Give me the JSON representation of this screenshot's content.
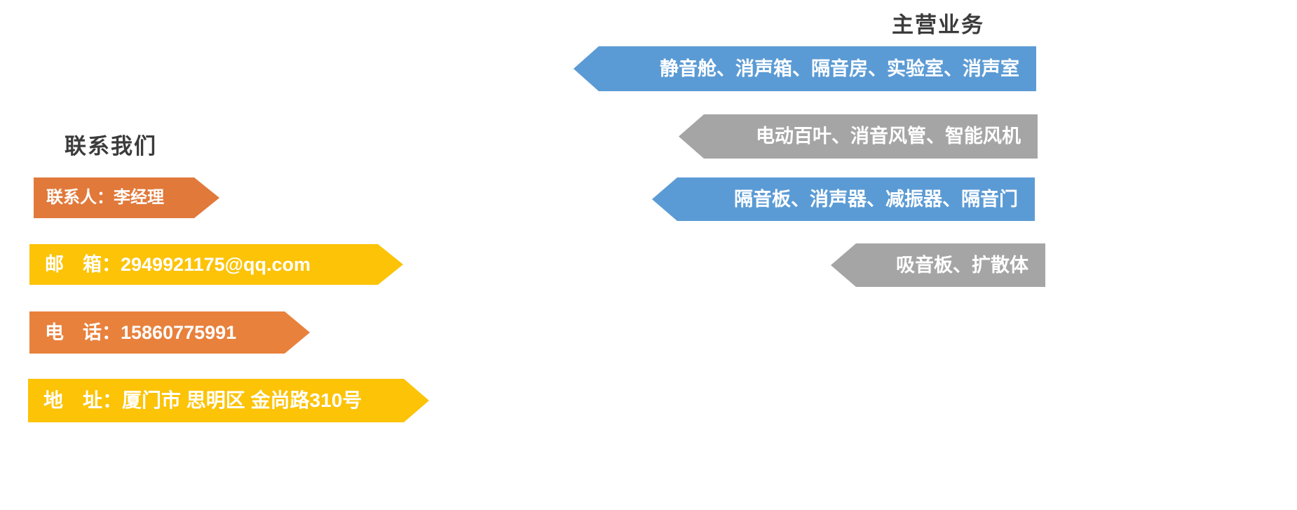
{
  "contact": {
    "title": "联系我们",
    "rows": [
      {
        "label": "联系人：李经理",
        "color": "#E1793A",
        "direction": "right-point"
      },
      {
        "label": "邮　箱：2949921175@qq.com",
        "color": "#FCC307",
        "direction": "right-point"
      },
      {
        "label": "电　话：15860775991",
        "color": "#E8813C",
        "direction": "right-point"
      },
      {
        "label": "地　址：厦门市 思明区 金尚路310号",
        "color": "#FCC307",
        "direction": "right-point"
      }
    ]
  },
  "business": {
    "title": "主营业务",
    "rows": [
      {
        "label": "静音舱、消声箱、隔音房、实验室、消声室",
        "color": "#5B9BD5",
        "direction": "left-point"
      },
      {
        "label": "电动百叶、消音风管、智能风机",
        "color": "#A5A5A5",
        "direction": "left-point"
      },
      {
        "label": "隔音板、消声器、减振器、隔音门",
        "color": "#5B9BD5",
        "direction": "left-point"
      },
      {
        "label": "吸音板、扩散体",
        "color": "#A5A5A5",
        "direction": "left-point"
      }
    ]
  },
  "colors": {
    "heading": "#3b3b3b",
    "orange_dark": "#E1793A",
    "orange": "#E8813C",
    "yellow": "#FCC307",
    "blue": "#5B9BD5",
    "gray": "#A5A5A5",
    "text_on_banner": "#FFFFFF",
    "background": "#FFFFFF"
  }
}
